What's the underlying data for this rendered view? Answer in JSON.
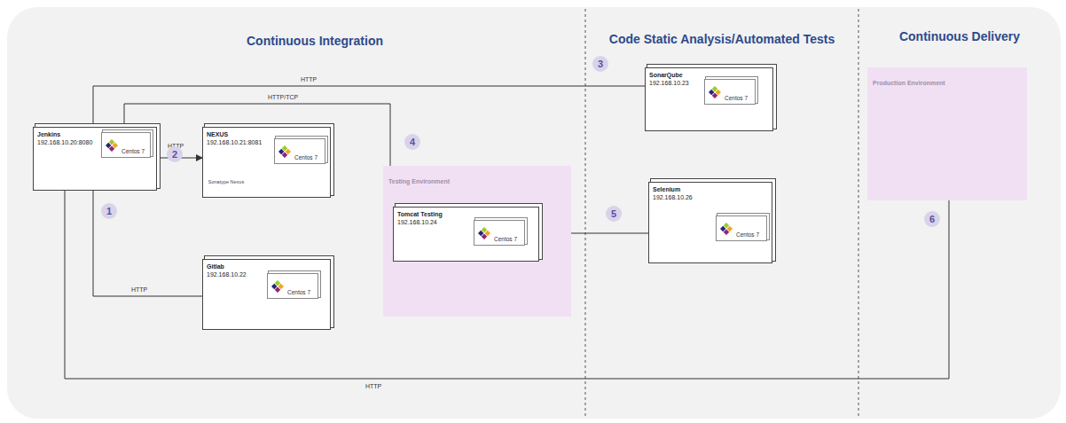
{
  "diagram": {
    "nodes": [
      {
        "text": [
          "Jenkins",
          "192.168.10.20:8080"
        ]
      },
      {
        "text": [
          "Centos 7"
        ],
        "in": 0
      },
      {
        "text": [
          "NEXUS",
          "192.168.10.21:8081",
          "Sonatype Nexus"
        ]
      },
      {
        "text": [
          "Centos 7"
        ],
        "in": 2
      },
      {
        "text": [
          "Gitlab",
          "192.168.10.22"
        ]
      },
      {
        "text": [
          "Centos 7"
        ],
        "in": 4
      },
      {
        "text": [
          "Testing Environment"
        ]
      },
      {
        "text": [
          "Tomcat Testing",
          "192.168.10.24"
        ],
        "in": 6
      },
      {
        "text": [
          "Centos 7"
        ],
        "in": 7
      },
      {
        "text": [
          "SonarQube",
          "192.168.10.23"
        ]
      },
      {
        "text": [
          "Centos 7"
        ],
        "in": 9
      },
      {
        "text": [
          "Selenium",
          "192.168.10.26"
        ]
      },
      {
        "text": [
          "Centos 7"
        ],
        "in": 11
      },
      {
        "text": [
          "Production Environment"
        ]
      }
    ],
    "edges": [
      {
        "from": 0,
        "to": 2,
        "arrow": "to",
        "label": "HTTP"
      },
      {
        "from": 0,
        "to": 4,
        "arrow": "none",
        "label": "HTTP"
      },
      {
        "from": 0,
        "to": 9,
        "arrow": "none",
        "label": "HTTP"
      },
      {
        "from": 0,
        "to": 6,
        "arrow": "none",
        "label": "HTTP/TCP"
      },
      {
        "from": 7,
        "to": 11,
        "arrow": "none"
      },
      {
        "from": 0,
        "to": 13,
        "arrow": "none",
        "label": "HTTP"
      }
    ],
    "labels": [
      "Continuous Integration",
      "Code Static Analysis/Automated Tests",
      "Continuous Delivery",
      "1",
      "2",
      "3",
      "4",
      "5",
      "6"
    ]
  }
}
